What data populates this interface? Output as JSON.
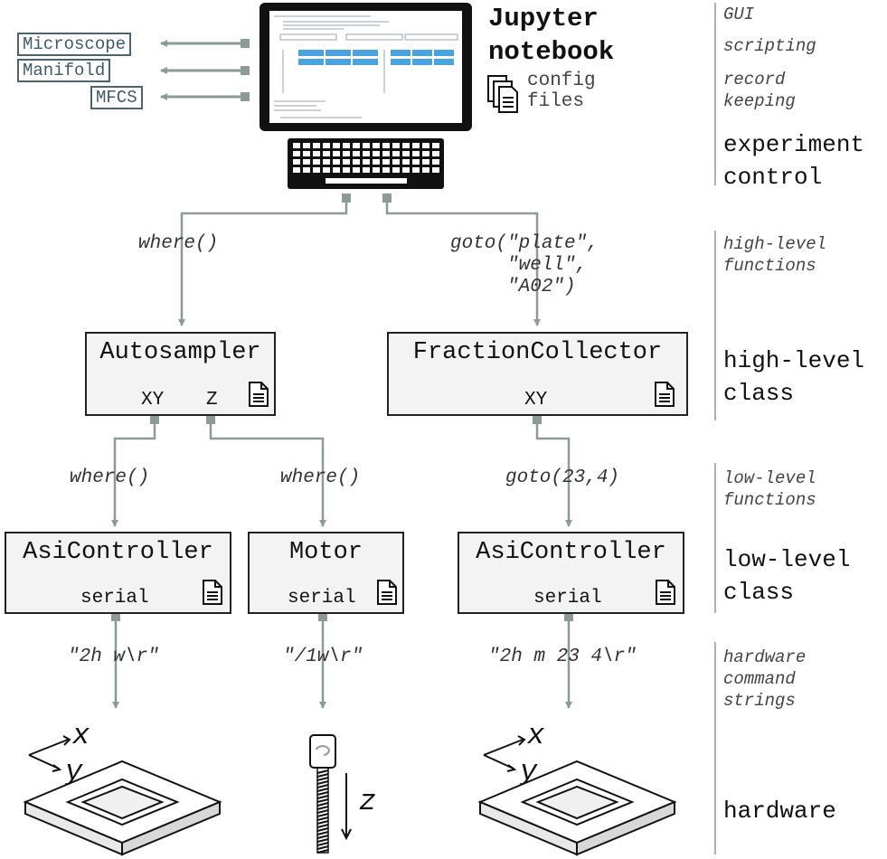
{
  "title": "Jupyter\nnotebook",
  "config_files": "config\nfiles",
  "external_devices": [
    "Microscope",
    "Manifold",
    "MFCS"
  ],
  "layers": {
    "gui": "GUI",
    "scripting": "scripting",
    "record_keeping": "record\nkeeping",
    "experiment_control": "experiment\ncontrol",
    "high_level_functions": "high-level\nfunctions",
    "high_level_class": "high-level\nclass",
    "low_level_functions": "low-level\nfunctions",
    "low_level_class": "low-level\nclass",
    "hardware_command_strings": "hardware\ncommand\nstrings",
    "hardware": "hardware"
  },
  "calls": {
    "where_top": "where()",
    "goto_top": "goto(\"plate\",\n     \"well\",\n     \"A02\")",
    "where_xy": "where()",
    "where_z": "where()",
    "goto_low": "goto(23,4)"
  },
  "classes": {
    "autosampler": {
      "name": "Autosampler",
      "port_xy": "XY",
      "port_z": "Z"
    },
    "fraction_collector": {
      "name": "FractionCollector",
      "port_xy": "XY"
    },
    "asi_left": {
      "name": "AsiController",
      "port": "serial"
    },
    "motor": {
      "name": "Motor",
      "port": "serial"
    },
    "asi_right": {
      "name": "AsiController",
      "port": "serial"
    }
  },
  "commands": {
    "asi_left": "\"2h w\\r\"",
    "motor": "\"/1w\\r\"",
    "asi_right": "\"2h m 23 4\\r\""
  },
  "axes": {
    "x": "x",
    "y": "y",
    "z": "z"
  },
  "colors": {
    "wire": "#8c9a98",
    "box_fill": "#f3f3f3",
    "ext_border": "#4a6473",
    "screen_accent": "#4aa3df"
  }
}
